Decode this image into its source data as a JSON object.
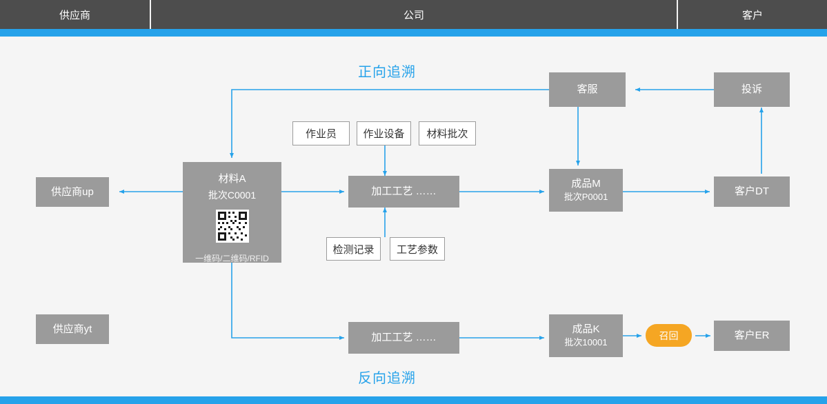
{
  "header": {
    "cells": [
      {
        "label": "供应商",
        "name": "header-supplier"
      },
      {
        "label": "公司",
        "name": "header-company"
      },
      {
        "label": "客户",
        "name": "header-customer"
      }
    ]
  },
  "captions": {
    "forward": "正向追溯",
    "reverse": "反向追溯"
  },
  "nodes": {
    "supplier_up": "供应商up",
    "supplier_yt": "供应商yt",
    "material": {
      "title": "材料A",
      "batch": "批次C0001",
      "codes": "一维码/二维码/RFID"
    },
    "process_top": "加工工艺  ……",
    "process_bottom": "加工工艺  ……",
    "product_m": {
      "title": "成品M",
      "batch": "批次P0001"
    },
    "product_k": {
      "title": "成品K",
      "batch": "批次10001"
    },
    "customer_service": "客服",
    "complaint": "投诉",
    "customer_dt": "客户DT",
    "customer_er": "客户ER",
    "recall": "召回"
  },
  "attributes": {
    "operator": "作业员",
    "equipment": "作业设备",
    "material_batch": "材料批次",
    "inspection_record": "检测记录",
    "process_params": "工艺参数"
  },
  "colors": {
    "accent": "#26a2ea",
    "node": "#9b9b9b",
    "header": "#4d4d4d",
    "recall": "#f5a623",
    "background": "#f5f5f5"
  }
}
